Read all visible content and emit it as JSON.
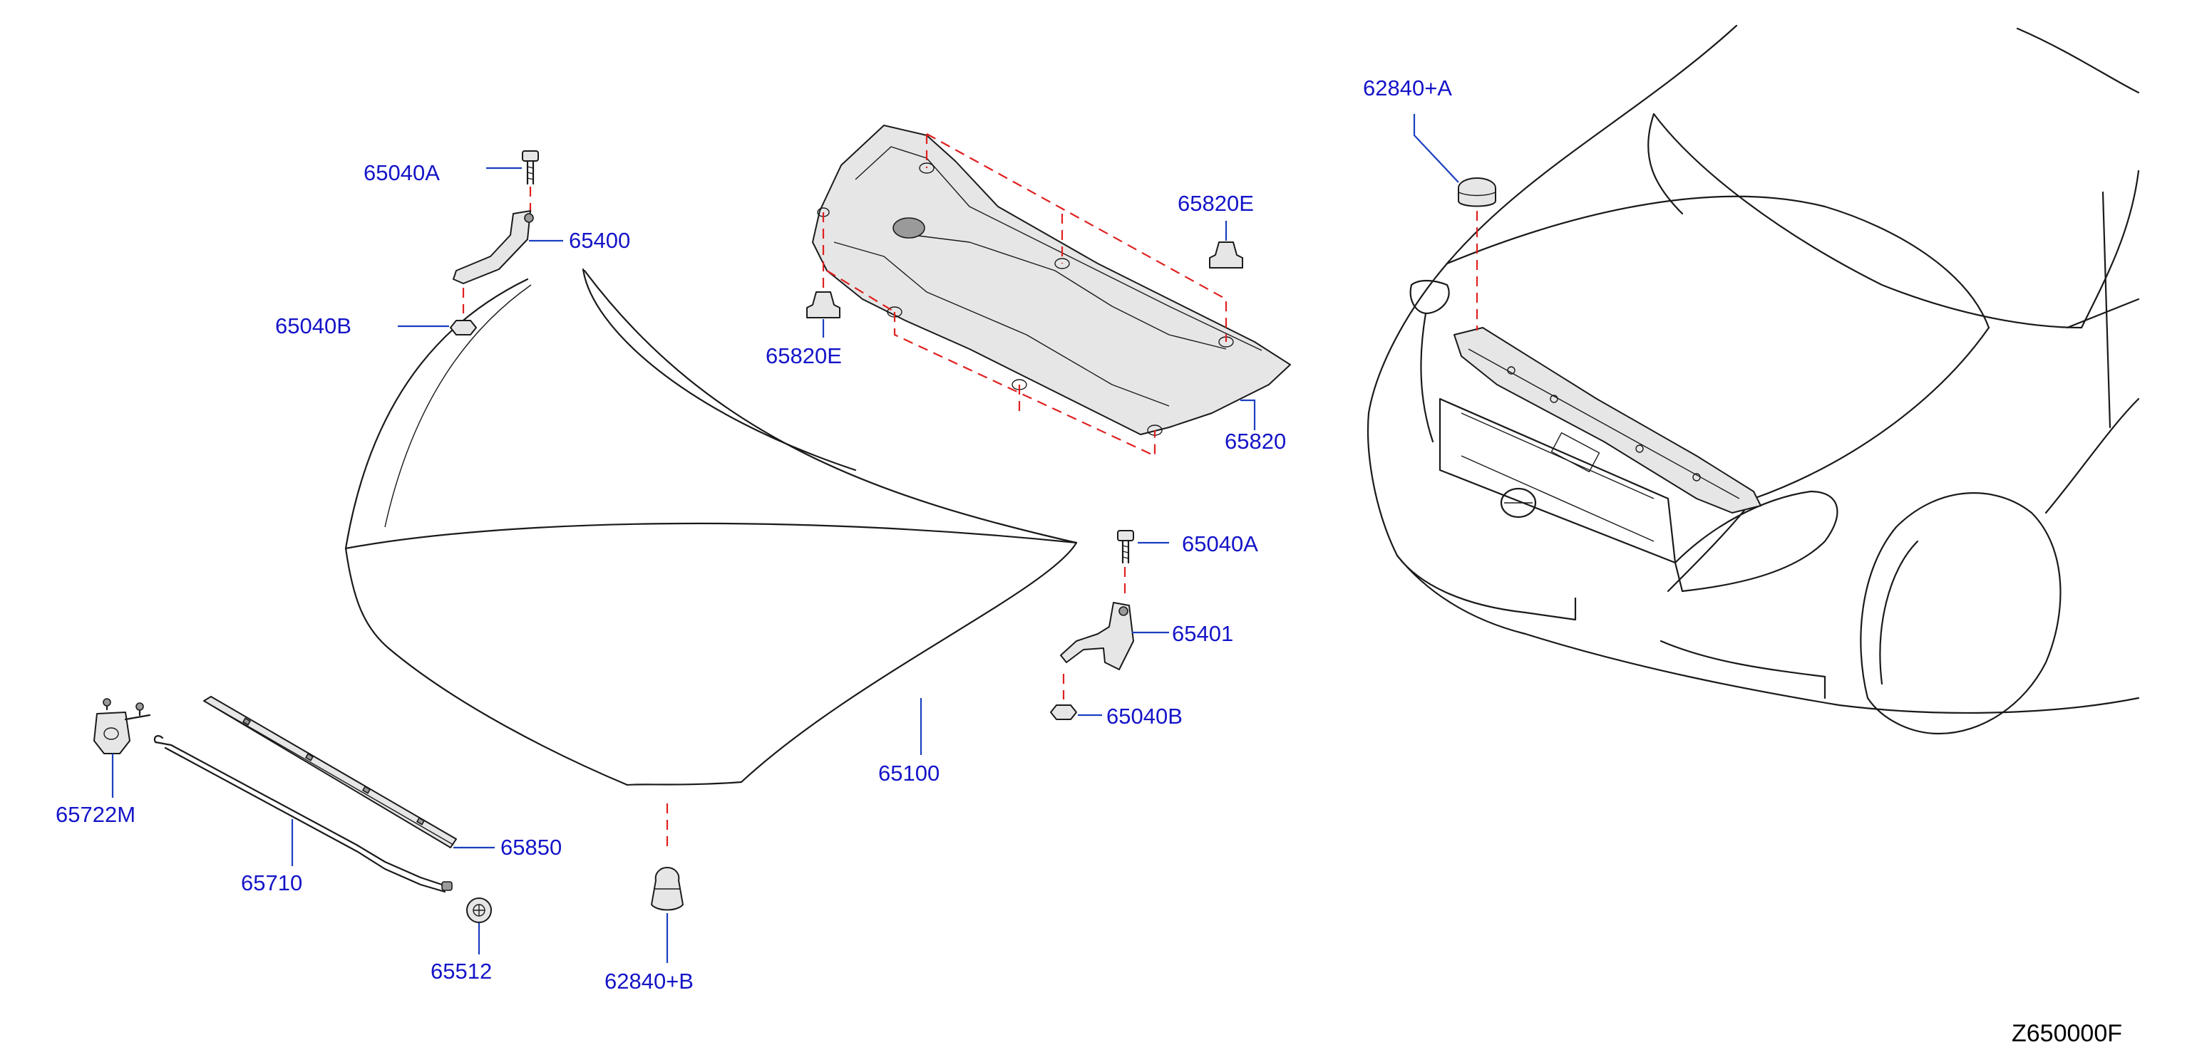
{
  "diagram_id": "Z650000F",
  "colors": {
    "label": "#1414c8",
    "leader": "#1a3fbf",
    "dashed_guide": "#e02020",
    "outline": "#1a1a1a"
  },
  "labels": {
    "p65040A_top": "65040A",
    "p65400": "65400",
    "p65040B_top": "65040B",
    "p65820E_left": "65820E",
    "p65820E_right": "65820E",
    "p65820": "65820",
    "p62840A": "62840+A",
    "p65040A_right": "65040A",
    "p65401": "65401",
    "p65040B_right": "65040B",
    "p65100": "65100",
    "p65722M": "65722M",
    "p65850": "65850",
    "p65710": "65710",
    "p65512": "65512",
    "p62840B": "62840+B"
  }
}
